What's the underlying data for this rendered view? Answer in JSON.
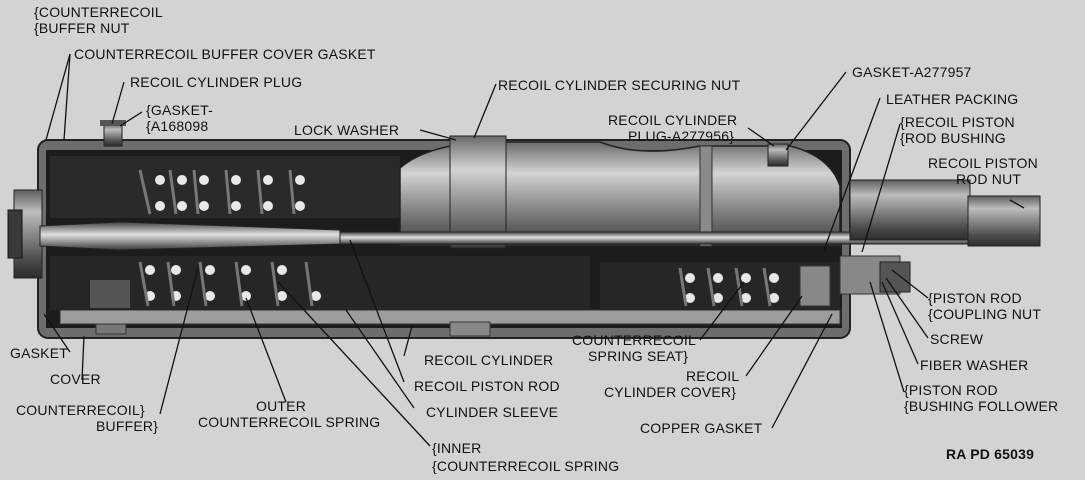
{
  "figure_ref": "RA PD 65039",
  "labels": {
    "counterrecoil_buffer_nut": [
      "COUNTERRECOIL",
      "BUFFER NUT"
    ],
    "counterrecoil_buffer_cover_gasket": "COUNTERRECOIL BUFFER COVER GASKET",
    "recoil_cylinder_plug": "RECOIL CYLINDER PLUG",
    "gasket_a168098": [
      "GASKET-",
      "A168098"
    ],
    "lock_washer": "LOCK WASHER",
    "recoil_cylinder_securing_nut": "RECOIL CYLINDER SECURING NUT",
    "gasket_a277957": "GASKET-A277957",
    "recoil_cylinder_plug_a277956": [
      "RECOIL CYLINDER",
      "PLUG-A277956"
    ],
    "leather_packing": "LEATHER PACKING",
    "recoil_piston_rod_bushing": [
      "RECOIL PISTON",
      "ROD BUSHING"
    ],
    "recoil_piston_rod_nut": [
      "RECOIL PISTON",
      "ROD NUT"
    ],
    "piston_rod_coupling_nut": [
      "PISTON ROD",
      "COUPLING NUT"
    ],
    "screw": "SCREW",
    "fiber_washer": "FIBER WASHER",
    "piston_rod_bushing_follower": [
      "PISTON ROD",
      "BUSHING FOLLOWER"
    ],
    "copper_gasket": "COPPER GASKET",
    "recoil_cylinder_cover": [
      "RECOIL",
      "CYLINDER COVER"
    ],
    "counterrecoil_spring_seat": [
      "COUNTERRECOIL",
      "SPRING SEAT"
    ],
    "recoil_cylinder": "RECOIL CYLINDER",
    "recoil_piston_rod": "RECOIL PISTON ROD",
    "cylinder_sleeve": "CYLINDER SLEEVE",
    "inner_counterrecoil_spring": [
      "INNER",
      "COUNTERRECOIL SPRING"
    ],
    "outer_counterrecoil_spring": [
      "OUTER",
      "COUNTERRECOIL SPRING"
    ],
    "counterrecoil_buffer": [
      "COUNTERRECOIL",
      "BUFFER"
    ],
    "gasket": "GASKET",
    "cover": "COVER"
  }
}
